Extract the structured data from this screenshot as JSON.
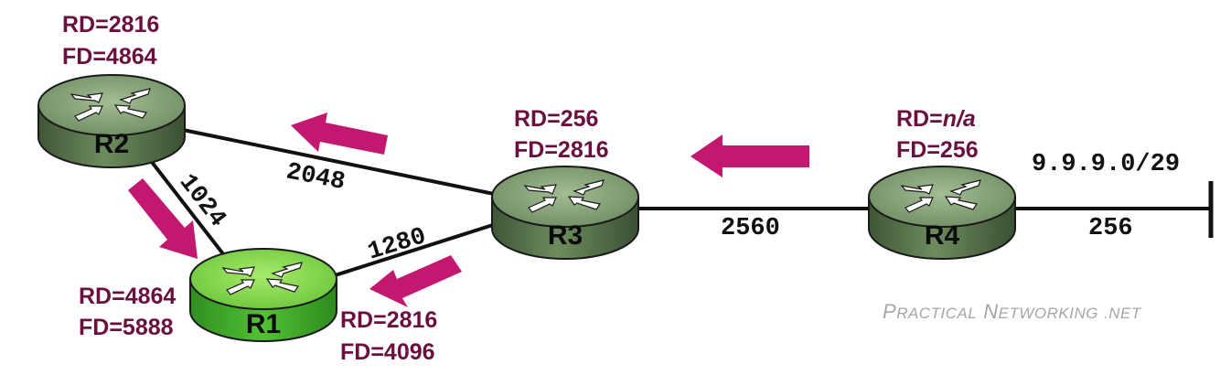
{
  "routers": [
    {
      "id": "R1",
      "label": "R1",
      "style": "highlight",
      "rd": "RD=4864",
      "fd": "FD=5888"
    },
    {
      "id": "R2",
      "label": "R2",
      "style": "normal",
      "rd": "RD=2816",
      "fd": "FD=4864"
    },
    {
      "id": "R3",
      "label": "R3",
      "style": "normal",
      "rd": "RD=256",
      "fd": "FD=2816"
    },
    {
      "id": "R4",
      "label": "R4",
      "style": "normal",
      "rd_prefix": "RD=",
      "rd_value": "n/a",
      "fd": "FD=256"
    }
  ],
  "r1_via_r3": {
    "rd": "RD=2816",
    "fd": "FD=4096"
  },
  "links": [
    {
      "from": "R2",
      "to": "R3",
      "cost": "2048"
    },
    {
      "from": "R2",
      "to": "R1",
      "cost": "1024"
    },
    {
      "from": "R3",
      "to": "R1",
      "cost": "1280"
    },
    {
      "from": "R3",
      "to": "R4",
      "cost": "2560"
    },
    {
      "from": "R4",
      "to": "network",
      "cost": "256"
    }
  ],
  "network": {
    "prefix": "9.9.9.0/29"
  },
  "watermark": {
    "p": "P",
    "ractical": "RACTICAL",
    "n": "N",
    "etworking": "ETWORKING",
    "dotnet": ".NET"
  },
  "colors": {
    "router_body": "#5f7f52",
    "router_top": "#93ad85",
    "router_highlight_body": "#3faa2c",
    "router_highlight_top": "#8fdc55",
    "metric_text": "#6b0f3f",
    "arrow": "#c2186f",
    "line": "#111111"
  }
}
